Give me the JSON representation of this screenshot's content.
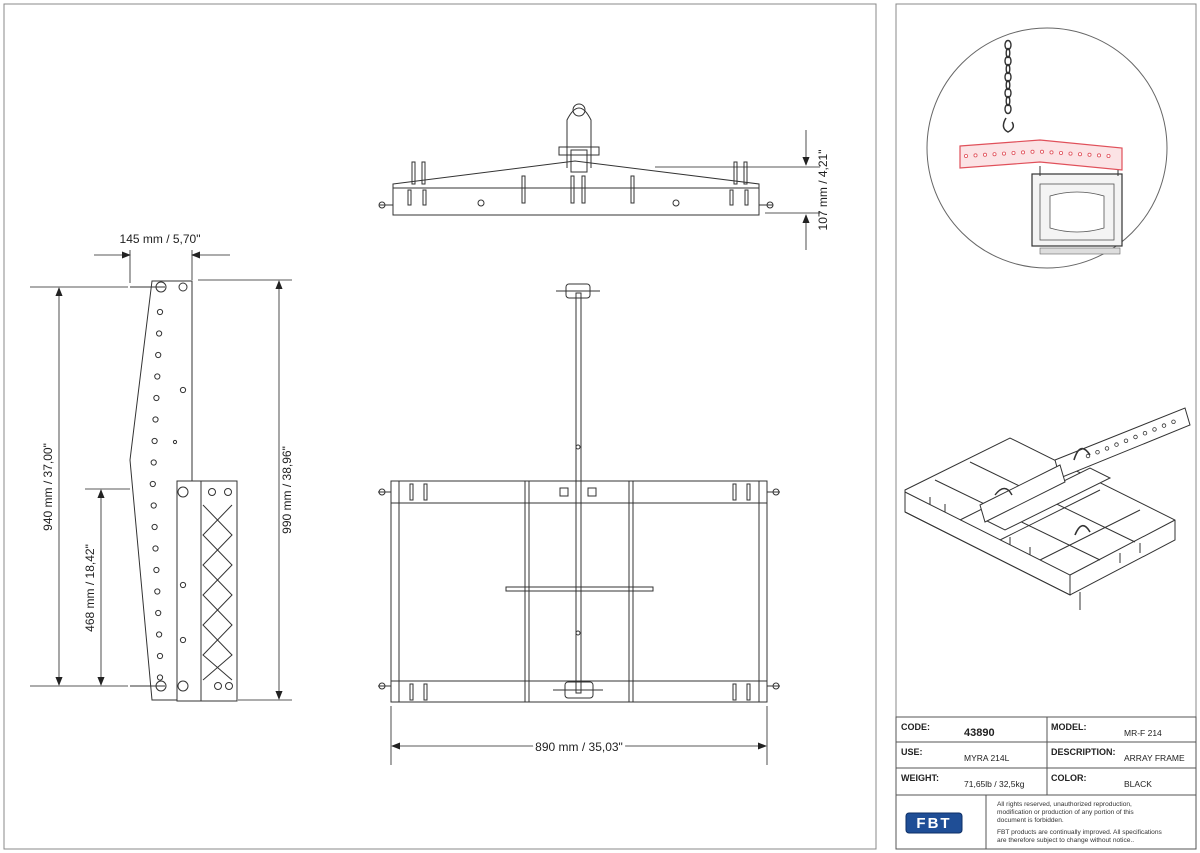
{
  "dimensions": {
    "side_width": "145 mm / 5,70\"",
    "side_height_940": "940 mm / 37,00\"",
    "side_height_468": "468 mm / 18,42\"",
    "side_height_990": "990 mm / 38,96\"",
    "front_height": "107 mm / 4,21\"",
    "top_width": "890 mm / 35,03\""
  },
  "title_block": {
    "code_label": "CODE:",
    "code_value": "43890",
    "model_label": "MODEL:",
    "model_value": "MR-F 214",
    "use_label": "USE:",
    "use_value": "MYRA 214L",
    "description_label": "DESCRIPTION:",
    "description_value": "ARRAY FRAME",
    "weight_label": "WEIGHT:",
    "weight_value": "71,65lb / 32,5kg",
    "color_label": "COLOR:",
    "color_value": "BLACK",
    "logo_text": "FBT",
    "notice_line1": "All rights reserved, unauthorized reproduction,",
    "notice_line2": "modification or production of any portion of this",
    "notice_line3": "document is forbidden.",
    "notice_line4": "FBT products are continually improved. All specifications",
    "notice_line5": "are therefore subject to change without notice.."
  },
  "colors": {
    "line": "#333333",
    "highlight": "#e0505a",
    "logo_bg": "#1f4e96"
  }
}
